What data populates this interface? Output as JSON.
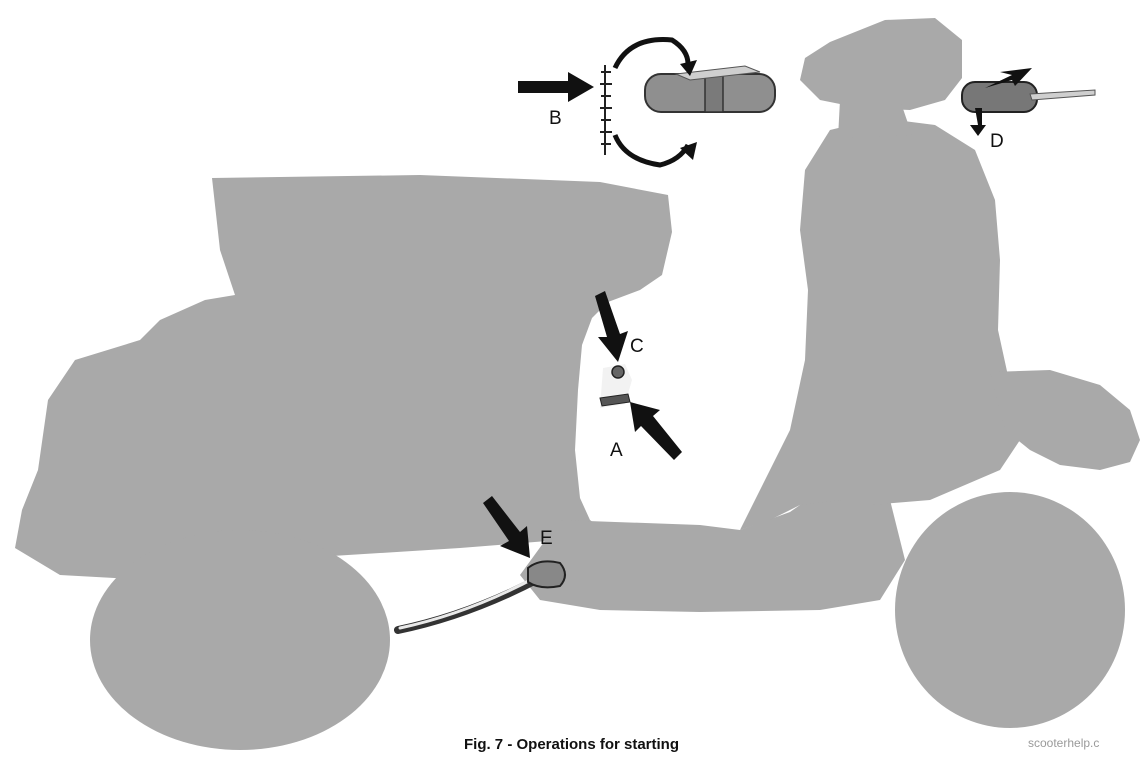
{
  "labels": {
    "a": "A",
    "b": "B",
    "c": "C",
    "d": "D",
    "e": "E"
  },
  "caption": "Fig. 7 - Operations for starting",
  "watermark": "scooterhelp.c",
  "colors": {
    "body": "#a9a9a9",
    "arrow": "#111111",
    "background": "#ffffff"
  }
}
